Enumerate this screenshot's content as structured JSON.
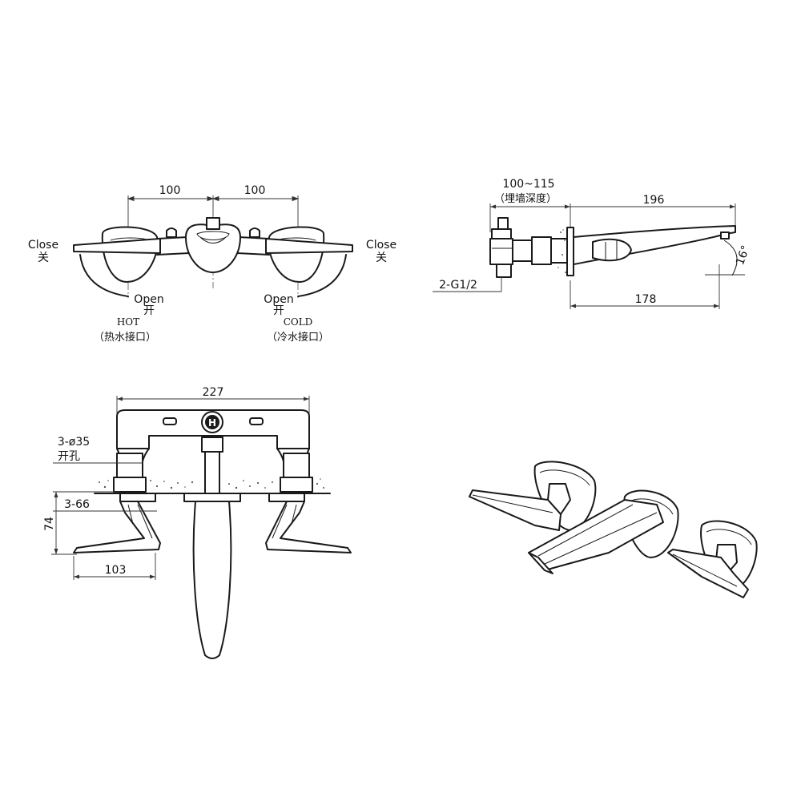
{
  "top_view": {
    "dim_left": "100",
    "dim_right": "100",
    "close_left": "Close",
    "close_left_cn": "关",
    "close_right": "Close",
    "close_right_cn": "关",
    "open_left": "Open",
    "open_left_cn": "开",
    "open_right": "Open",
    "open_right_cn": "开",
    "hot": "HOT",
    "hot_cn": "（热水接口）",
    "cold": "COLD",
    "cold_cn": "（冷水接口）"
  },
  "side_view": {
    "wall_depth": "100~115",
    "wall_depth_cn": "（埋墙深度）",
    "spout_length": "196",
    "spout_reach": "178",
    "connection": "2-G1/2",
    "angle": "16°"
  },
  "front_view": {
    "width": "227",
    "hole_dia": "3-ø35",
    "hole_cn": "开孔",
    "flange_dia": "3-66",
    "height": "74",
    "handle_length": "103",
    "badge": "H"
  }
}
